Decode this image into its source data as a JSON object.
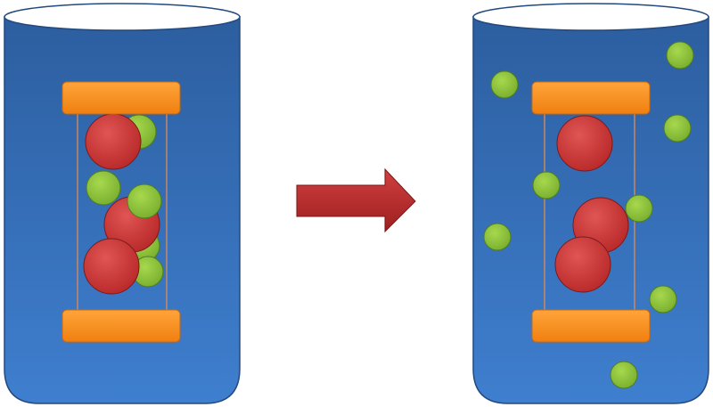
{
  "colors": {
    "background": "#ffffff",
    "beaker_fill_top": "#2c5e9f",
    "beaker_fill_bottom": "#3f7fcf",
    "beaker_rim_fill": "#ffffff",
    "beaker_outline": "#23497f",
    "cap_fill_top": "#ffa43a",
    "cap_fill_bottom": "#f07f10",
    "cap_outline": "#c9680c",
    "tube_line": "#e08b52",
    "large_particle_fill_top": "#e05555",
    "large_particle_fill_bottom": "#b82828",
    "large_particle_outline": "#7b1a1a",
    "small_particle_fill_top": "#a7d84e",
    "small_particle_fill_bottom": "#78ae2e",
    "small_particle_outline": "#4f7d1f",
    "arrow_fill_top": "#d04040",
    "arrow_fill_bottom": "#9e1f1f",
    "arrow_outline": "#7a1919"
  },
  "panels": [
    {
      "id": "before",
      "large_particle_count": 3,
      "small_particle_count": 6,
      "small_particles_outside_tube": 0
    },
    {
      "id": "after",
      "large_particle_count": 3,
      "small_particle_count": 9,
      "small_particles_outside_tube": 8
    }
  ],
  "arrow": {
    "direction": "right"
  }
}
